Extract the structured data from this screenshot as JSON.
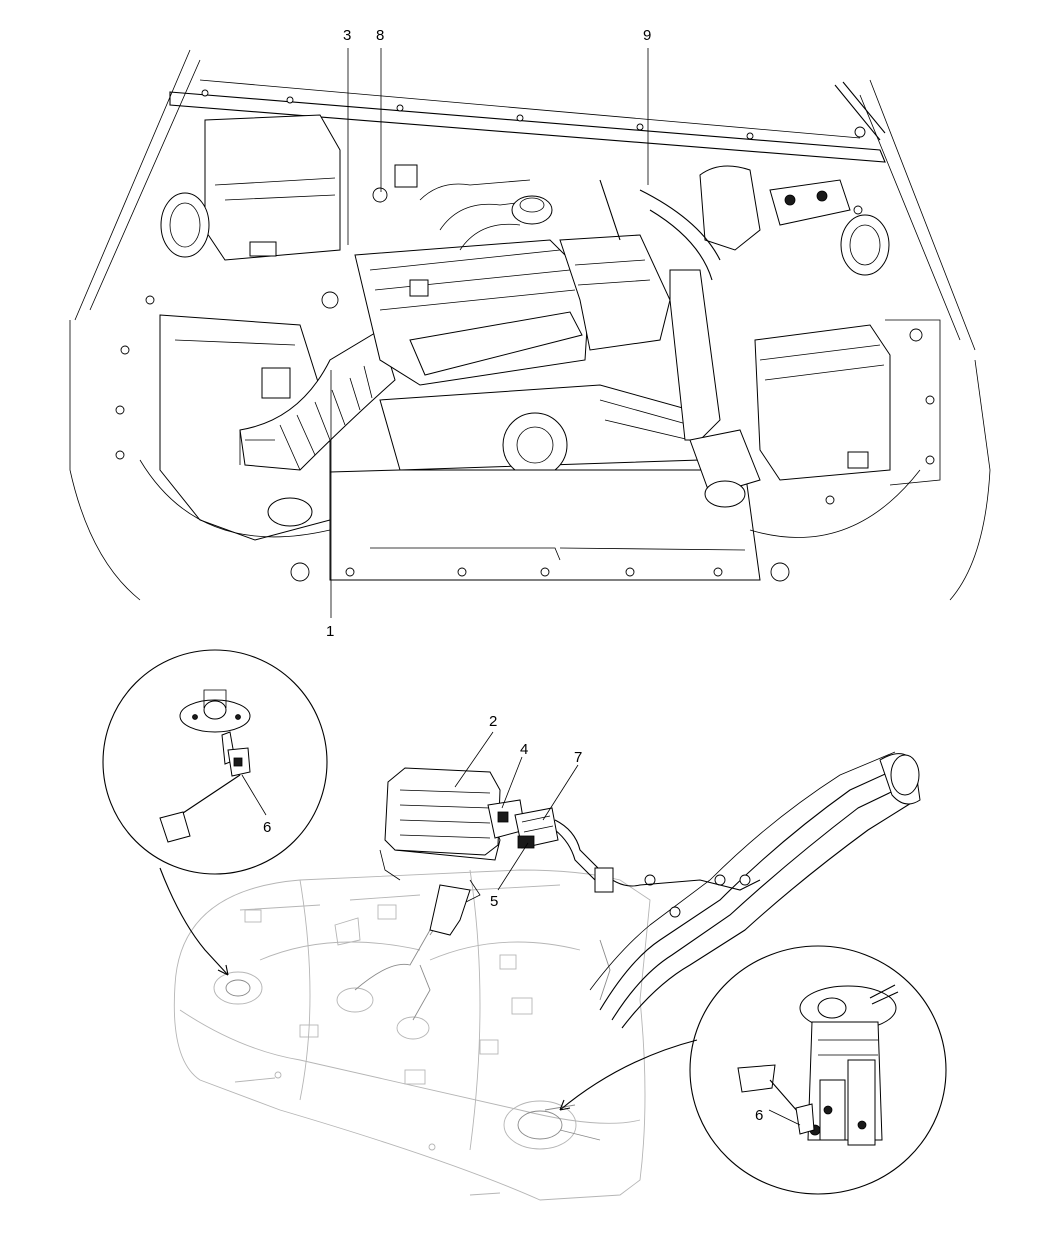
{
  "callouts": [
    {
      "id": "1",
      "label": "1"
    },
    {
      "id": "2",
      "label": "2"
    },
    {
      "id": "3",
      "label": "3"
    },
    {
      "id": "4",
      "label": "4"
    },
    {
      "id": "5",
      "label": "5"
    },
    {
      "id": "6a",
      "label": "6"
    },
    {
      "id": "6b",
      "label": "6"
    },
    {
      "id": "7",
      "label": "7"
    },
    {
      "id": "8",
      "label": "8"
    },
    {
      "id": "9",
      "label": "9"
    }
  ],
  "colors": {
    "line": "#000000",
    "ghost": "#b5b5b5",
    "background": "#ffffff"
  }
}
